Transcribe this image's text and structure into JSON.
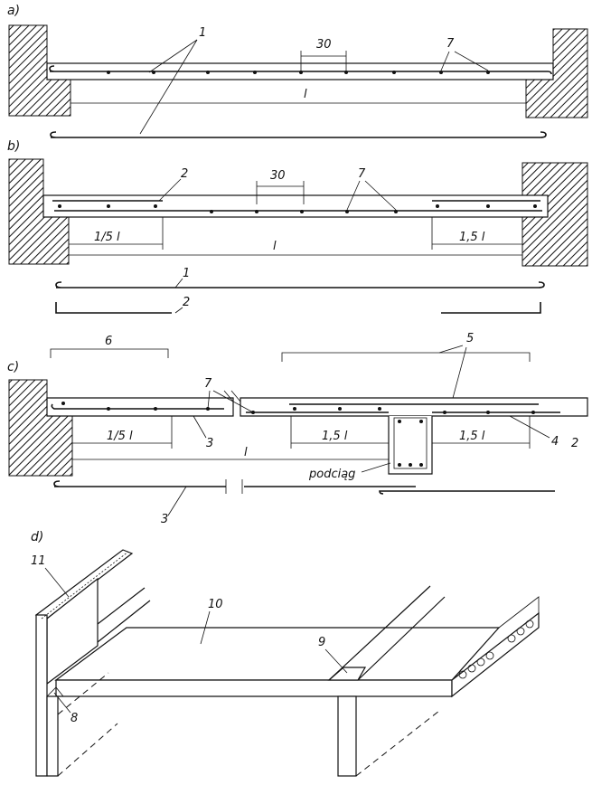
{
  "sections": {
    "a": "a)",
    "b": "b)",
    "c": "c)",
    "d": "d)"
  },
  "labels": {
    "span": "l",
    "spacing": "30",
    "fifth_span": "1/5 l",
    "one_half_span": "1,5 l",
    "beam": "podciąg",
    "n1": "1",
    "n2": "2",
    "n3": "3",
    "n4": "4",
    "n5": "5",
    "n6": "6",
    "n7": "7",
    "n8": "8",
    "n9": "9",
    "n10": "10",
    "n11": "11"
  }
}
